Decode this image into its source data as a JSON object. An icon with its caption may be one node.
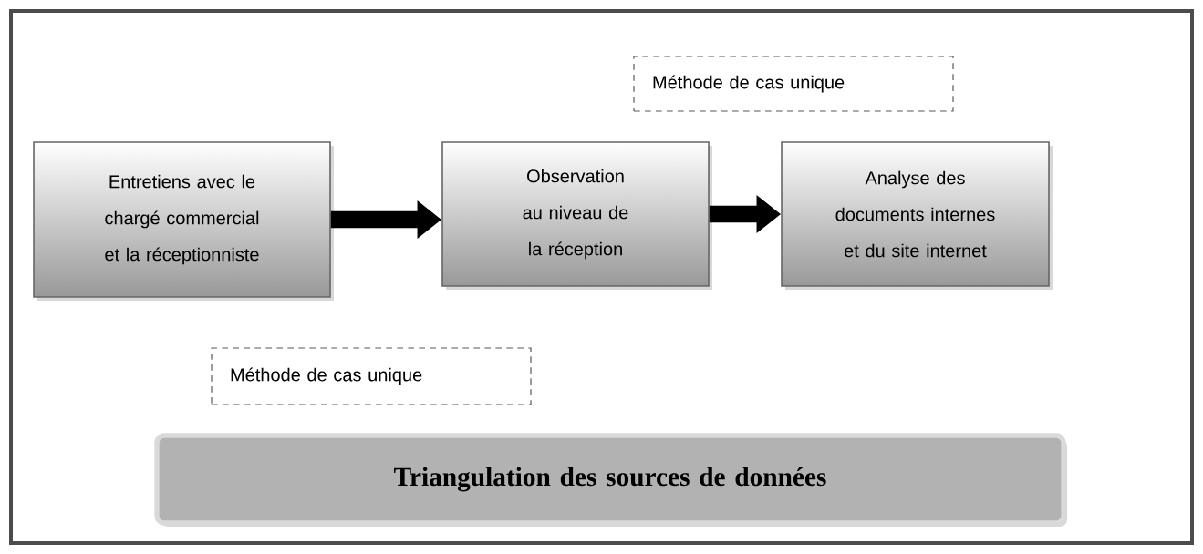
{
  "diagram": {
    "nodes": [
      {
        "text": [
          "Entretiens avec le chargé commercial et la réceptionniste"
        ]
      },
      {
        "text": [
          "Observation  au niveau de la réception"
        ]
      },
      {
        "text": [
          "Analyse des documents internes et du site internet"
        ]
      },
      {
        "text": [
          "Méthode de cas unique"
        ]
      },
      {
        "text": [
          "Méthode de cas unique"
        ]
      },
      {
        "text": [
          "Triangulation des sources de données"
        ]
      }
    ],
    "edges": [
      {
        "from": 0,
        "to": 1,
        "arrow": "to"
      },
      {
        "from": 1,
        "to": 2,
        "arrow": "to"
      }
    ]
  }
}
